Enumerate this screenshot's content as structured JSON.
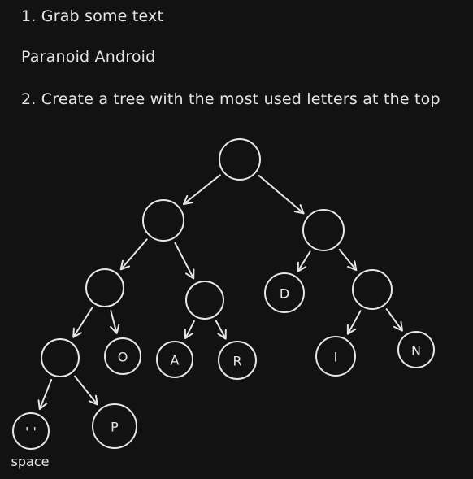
{
  "instructions": {
    "step1": "1. Grab some text",
    "example_text": "Paranoid Android",
    "step2": "2. Create a tree with the most used letters at the top"
  },
  "tree": {
    "nodes": [
      {
        "id": "root",
        "label": ""
      },
      {
        "id": "n1",
        "label": ""
      },
      {
        "id": "n2",
        "label": ""
      },
      {
        "id": "n3",
        "label": ""
      },
      {
        "id": "n4",
        "label": ""
      },
      {
        "id": "d",
        "label": "D"
      },
      {
        "id": "n6",
        "label": ""
      },
      {
        "id": "n7",
        "label": ""
      },
      {
        "id": "o",
        "label": "O"
      },
      {
        "id": "a",
        "label": "A"
      },
      {
        "id": "r",
        "label": "R"
      },
      {
        "id": "i",
        "label": "I"
      },
      {
        "id": "n",
        "label": "N"
      },
      {
        "id": "space",
        "label": "' '"
      },
      {
        "id": "p",
        "label": "P"
      }
    ],
    "edges": [
      [
        "root",
        "n1"
      ],
      [
        "root",
        "n2"
      ],
      [
        "n1",
        "n3"
      ],
      [
        "n1",
        "n4"
      ],
      [
        "n2",
        "d"
      ],
      [
        "n2",
        "n6"
      ],
      [
        "n3",
        "n7"
      ],
      [
        "n3",
        "o"
      ],
      [
        "n4",
        "a"
      ],
      [
        "n4",
        "r"
      ],
      [
        "n6",
        "i"
      ],
      [
        "n6",
        "n"
      ],
      [
        "n7",
        "space"
      ],
      [
        "n7",
        "p"
      ]
    ],
    "space_caption": "space"
  },
  "colors": {
    "background": "#121212",
    "stroke": "#e6e6e6",
    "text": "#e6e6e6"
  }
}
